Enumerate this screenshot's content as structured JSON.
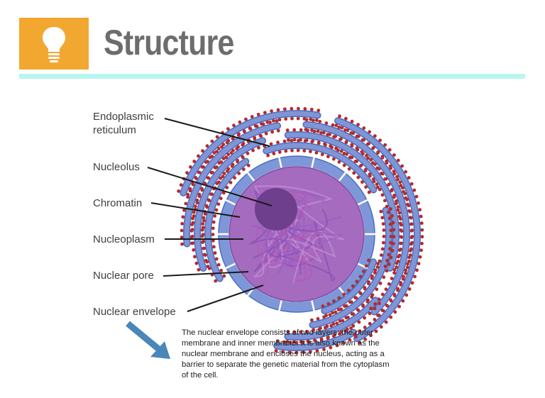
{
  "header": {
    "icon": "lightbulb-icon",
    "title": "Structure",
    "accent_color": "#f2a731",
    "rule_color": "#b8f6f1"
  },
  "diagram": {
    "subject": "Cell nucleus with rough endoplasmic reticulum",
    "labels": [
      {
        "id": "endoplasmic-reticulum",
        "lines": [
          "Endoplasmic",
          "reticulum"
        ]
      },
      {
        "id": "nucleolus",
        "lines": [
          "Nucleolus"
        ]
      },
      {
        "id": "chromatin",
        "lines": [
          "Chromatin"
        ]
      },
      {
        "id": "nucleoplasm",
        "lines": [
          "Nucleoplasm"
        ]
      },
      {
        "id": "nuclear-pore",
        "lines": [
          "Nuclear pore"
        ]
      },
      {
        "id": "nuclear-envelope",
        "lines": [
          "Nuclear envelope"
        ]
      }
    ],
    "colors": {
      "er": "#7f95d6",
      "er_outline": "#4a6fc0",
      "ribosome": "#b52a2a",
      "nucleoplasm": "#a56bbf",
      "nucleolus": "#6e3f8c",
      "chromatin": "#8a4fb5",
      "envelope": "#7e97d8",
      "arrow": "#4a86b8"
    }
  },
  "description": "The nuclear envelope consists of two layers: the outer membrane and inner membrane. It is also known as the nuclear membrane and encloses the nucleus, acting as a barrier to separate the genetic material from the cytoplasm of the cell."
}
